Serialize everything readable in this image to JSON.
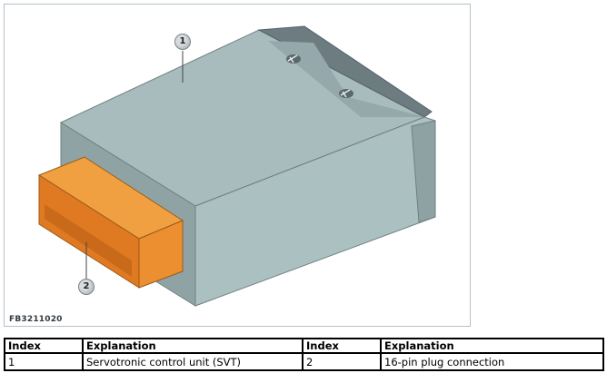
{
  "figure": {
    "code": "FB3211020",
    "callouts": [
      {
        "number": "1",
        "part": "control-unit"
      },
      {
        "number": "2",
        "part": "plug-connection"
      }
    ],
    "colors": {
      "housing": "#a9bcbd",
      "plug": "#e8892a",
      "frame": "#b4c0c8"
    }
  },
  "legend": {
    "headers": [
      "Index",
      "Explanation",
      "Index",
      "Explanation"
    ],
    "rows": [
      [
        "1",
        "Servotronic control unit (SVT)",
        "2",
        "16-pin plug connection"
      ]
    ]
  }
}
